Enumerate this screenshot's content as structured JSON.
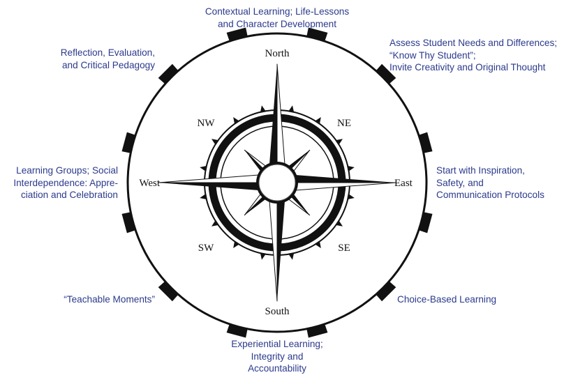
{
  "compass": {
    "directions": {
      "north": "North",
      "south": "South",
      "east": "East",
      "west": "West",
      "northeast": "NE",
      "northwest": "NW",
      "southeast": "SE",
      "southwest": "SW"
    }
  },
  "captions": {
    "north": [
      "Contextual Learning; Life-Lessons",
      "and Character Development"
    ],
    "northeast": [
      "Assess Student Needs and Differences;",
      "“Know Thy Student”;",
      "Invite Creativity and Original Thought"
    ],
    "east": [
      "Start with Inspiration,",
      "Safety, and",
      "Communication Protocols"
    ],
    "southeast": [
      "Choice-Based Learning"
    ],
    "south": [
      "Experiential Learning;",
      "Integrity and",
      "Accountability"
    ],
    "southwest": [
      "“Teachable Moments”"
    ],
    "west": [
      "Learning Groups; Social",
      "Interdependence: Appre-",
      "ciation and Celebration"
    ],
    "northwest": [
      "Reflection, Evaluation,",
      "and Critical Pedagogy"
    ]
  },
  "colors": {
    "caption_text": "#2b3a8c",
    "compass_ink": "#111111",
    "background": "#ffffff"
  }
}
